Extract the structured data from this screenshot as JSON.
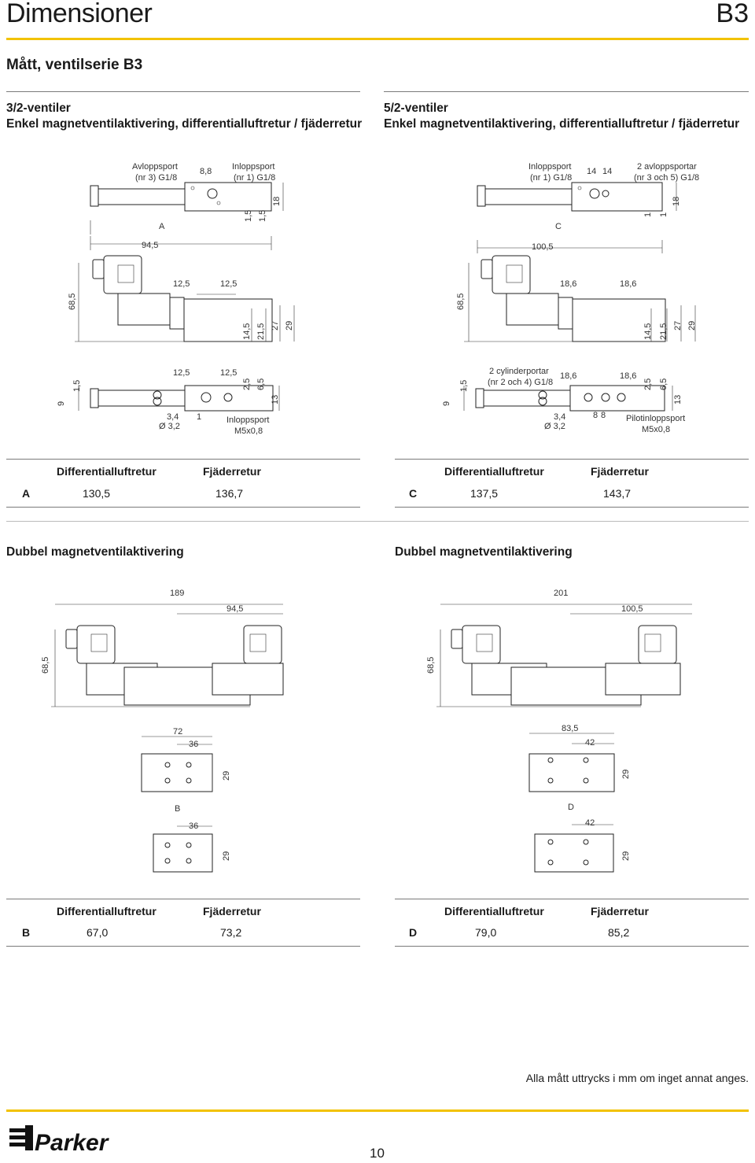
{
  "header": {
    "title": "Dimensioner",
    "code": "B3",
    "accent": "#f2c200"
  },
  "subtitle": "Mått, ventilserie B3",
  "left_section": {
    "line1": "3/2-ventiler",
    "line2": "Enkel magnetventilaktivering, differentialluftretur / fjäderretur"
  },
  "right_section": {
    "line1": "5/2-ventiler",
    "line2": "Enkel magnetventilaktivering, differentialluftretur / fjäderretur"
  },
  "left_top": {
    "exhaust": "Avloppsport",
    "exhaust2": "(nr 3) G1/8",
    "d88": "8,8",
    "inlet": "Inloppsport",
    "inlet2": "(nr 1) G1/8",
    "d15a": "1,5",
    "d15b": "1,5",
    "d18": "18",
    "A": "A",
    "d945": "94,5"
  },
  "right_top": {
    "inlet": "Inloppsport",
    "inlet2": "(nr 1) G1/8",
    "d14a": "14",
    "d14b": "14",
    "exhaust": "2 avloppsportar",
    "exhaust2": "(nr 3 och 5) G1/8",
    "d1a": "1",
    "d1b": "1",
    "d18": "18",
    "C": "C",
    "d1005": "100,5"
  },
  "left_mid": {
    "d685": "68,5",
    "d125a": "12,5",
    "d125b": "12,5",
    "d145": "14,5",
    "d215": "21,5",
    "d27": "27",
    "d29": "29"
  },
  "right_mid": {
    "d685": "68,5",
    "d186a": "18,6",
    "d186b": "18,6",
    "d145": "14,5",
    "d215": "21,5",
    "d27": "27",
    "d29": "29"
  },
  "left_bot": {
    "d9": "9",
    "d15": "1,5",
    "d125a": "12,5",
    "d125b": "12,5",
    "d25": "2,5",
    "d65": "6,5",
    "d13": "13",
    "d34": "3,4",
    "d32": "Ø 3,2",
    "d1": "1",
    "pilot": "Inloppsport",
    "pilot2": "M5x0,8"
  },
  "right_bot": {
    "d9": "9",
    "d15": "1,5",
    "cyl": "2 cylinderportar",
    "cyl2": "(nr 2 och 4) G1/8",
    "d186a": "18,6",
    "d186b": "18,6",
    "d25": "2,5",
    "d65": "6,5",
    "d13": "13",
    "d34": "3,4",
    "d32": "Ø 3,2",
    "d8a": "8",
    "d8b": "8",
    "pilot": "Pilotinloppsport",
    "pilot2": "M5x0,8"
  },
  "table1_left": {
    "h1": "Differentialluftretur",
    "h2": "Fjäderretur",
    "key": "A",
    "v1": "130,5",
    "v2": "136,7"
  },
  "table1_right": {
    "h1": "Differentialluftretur",
    "h2": "Fjäderretur",
    "key": "C",
    "v1": "137,5",
    "v2": "143,7"
  },
  "double_left": {
    "title": "Dubbel magnetventilaktivering",
    "d189": "189",
    "d945": "94,5",
    "d685": "68,5",
    "d72": "72",
    "d36a": "36",
    "d29a": "29",
    "B": "B",
    "d36b": "36",
    "d29b": "29"
  },
  "double_right": {
    "title": "Dubbel magnetventilaktivering",
    "d201": "201",
    "d1005": "100,5",
    "d685": "68,5",
    "d835": "83,5",
    "d42a": "42",
    "d29a": "29",
    "D": "D",
    "d42b": "42",
    "d29b": "29"
  },
  "table2_left": {
    "h1": "Differentialluftretur",
    "h2": "Fjäderretur",
    "key": "B",
    "v1": "67,0",
    "v2": "73,2"
  },
  "table2_right": {
    "h1": "Differentialluftretur",
    "h2": "Fjäderretur",
    "key": "D",
    "v1": "79,0",
    "v2": "85,2"
  },
  "footnote": "Alla mått uttrycks i mm om inget annat anges.",
  "page_number": "10",
  "logo": "Parker"
}
